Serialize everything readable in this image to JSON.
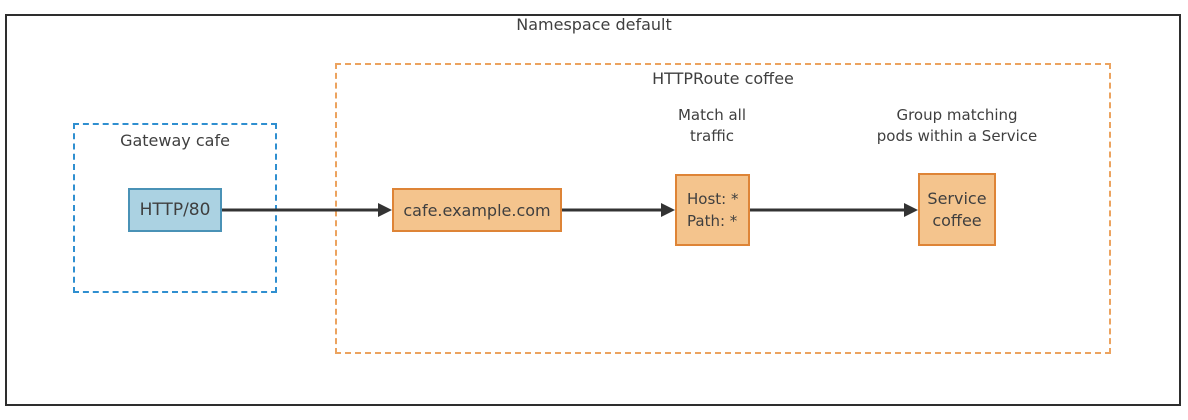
{
  "namespace": {
    "title": "Namespace default"
  },
  "gateway": {
    "label": "Gateway cafe",
    "listener": {
      "label": "HTTP/80"
    }
  },
  "httproute": {
    "label": "HTTPRoute coffee",
    "hostname_node": {
      "label": "cafe.example.com"
    },
    "match_node": {
      "annotation": {
        "line1": "Match all",
        "line2": "traffic"
      },
      "host_rule": "Host: *",
      "path_rule": "Path: *"
    },
    "service_node": {
      "annotation": {
        "line1": "Group matching",
        "line2": "pods within a Service"
      },
      "name_line1": "Service",
      "name_line2": "coffee"
    }
  },
  "colors": {
    "frame_border": "#2e2e2e",
    "text": "#3f3f3f",
    "gateway_dash_border": "#2f8fd0",
    "listener_fill": "#abd2e2",
    "listener_border": "#4a92b6",
    "route_dash_border": "#eca35f",
    "route_node_fill": "#f4c48d",
    "route_node_border": "#de8436",
    "arrow": "#333333"
  }
}
